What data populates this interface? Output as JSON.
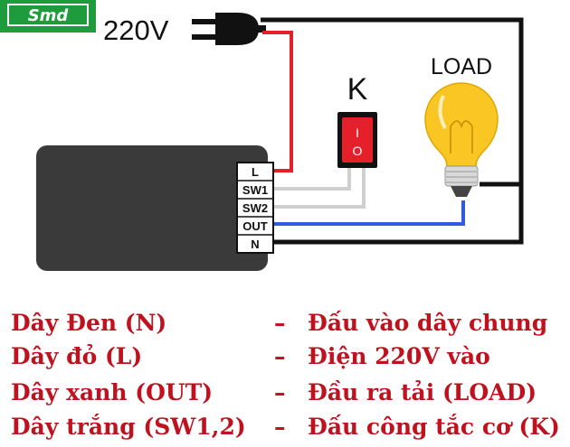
{
  "logo": {
    "text": "Smd"
  },
  "source": {
    "voltage_label": "220V"
  },
  "switch": {
    "label": "K",
    "top_mark": "I",
    "bottom_mark": "O"
  },
  "load": {
    "label": "LOAD"
  },
  "terminals": [
    "L",
    "SW1",
    "SW2",
    "OUT",
    "N"
  ],
  "legend": [
    {
      "wire": "Dây Đen (N)",
      "dash": "–",
      "desc": "Đấu vào dây chung"
    },
    {
      "wire": "Dây đỏ (L)",
      "dash": "–",
      "desc": "Điện 220V vào"
    },
    {
      "wire": "Dây xanh (OUT)",
      "dash": "–",
      "desc": "Đầu ra tải (LOAD)"
    },
    {
      "wire": "Dây trắng (SW1,2)",
      "dash": "–",
      "desc": "Đấu công tắc cơ (K)"
    }
  ],
  "colors": {
    "red_wire": "#e5202a",
    "blue_wire": "#2f5be0",
    "white_wire": "#cfcfcf",
    "black_wire": "#111111",
    "module_body": "#3a3a3a",
    "switch_red": "#e5202a",
    "bulb": "#f9c623",
    "logo_green": "#1e9b3c",
    "legend_text": "#c0121e"
  }
}
